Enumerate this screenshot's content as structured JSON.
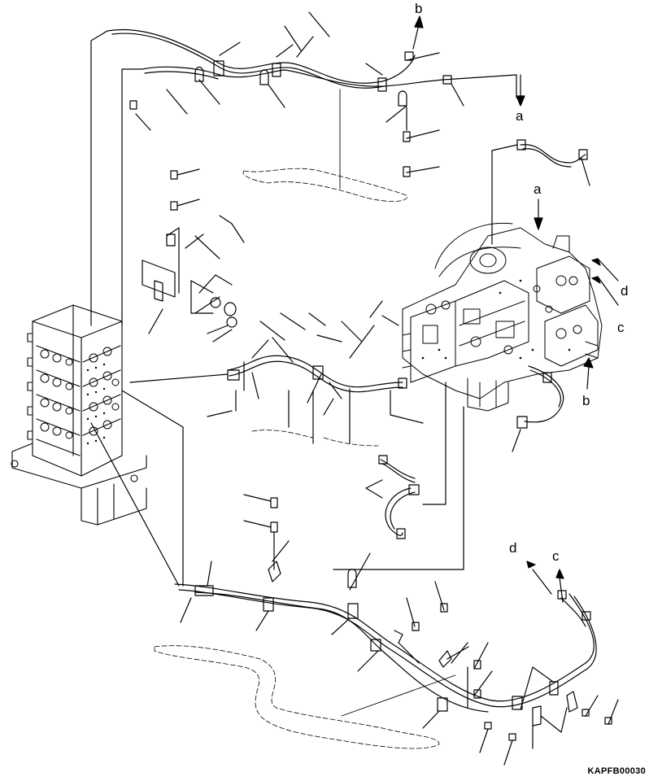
{
  "drawing_code": "KAPFB00030",
  "reference_letters": {
    "a_top": "a",
    "b_top": "b",
    "a_pump": "a",
    "b_pump": "b",
    "c_pump": "c",
    "d_pump": "d",
    "c_bottom": "c",
    "d_bottom": "d"
  },
  "colors": {
    "line": "#000000",
    "background": "#ffffff"
  }
}
